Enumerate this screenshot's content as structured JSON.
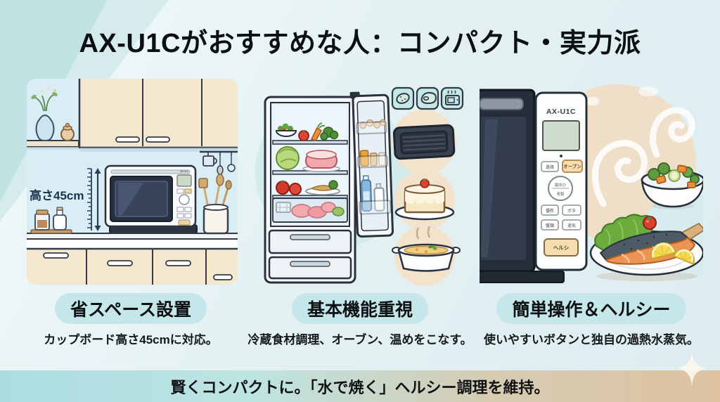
{
  "title": "AX-U1Cがおすすめな人：コンパクト・実力派",
  "kitchen": {
    "height_label": "高さ45cm",
    "microwave_model": "AX-U1C"
  },
  "control_panel": {
    "model": "AX-U1C",
    "btn_range": "遜焼",
    "btn_oven": "オーブン",
    "dial_top": "最向ひ",
    "dial_bottom": "来製",
    "btn_a": "優柞",
    "btn_b": "ポタ",
    "btn_c": "盤類",
    "btn_d": "遥気",
    "btn_healthy": "ヘルシ"
  },
  "features": [
    {
      "label": "省スペース設置",
      "caption": "カップボード高さ45cmに対応。"
    },
    {
      "label": "基本機能重視",
      "caption": "冷蔵食材調理、オーブン、温めをこなす。"
    },
    {
      "label": "簡単操作＆ヘルシー",
      "caption": "使いやすいボタンと独自の過熱水蒸気。"
    }
  ],
  "footer": {
    "text": "賢くコンパクトに。「水で焼く」ヘルシー調理を維持。"
  },
  "colors": {
    "background": "#e1eff1",
    "corner_teal": "#bfe2e2",
    "band_left": "#abdde2",
    "band_right": "#dec2a0",
    "pill": "#c6e7ea",
    "accent_button": "#f6ddb0",
    "ink": "#0c0f13"
  }
}
